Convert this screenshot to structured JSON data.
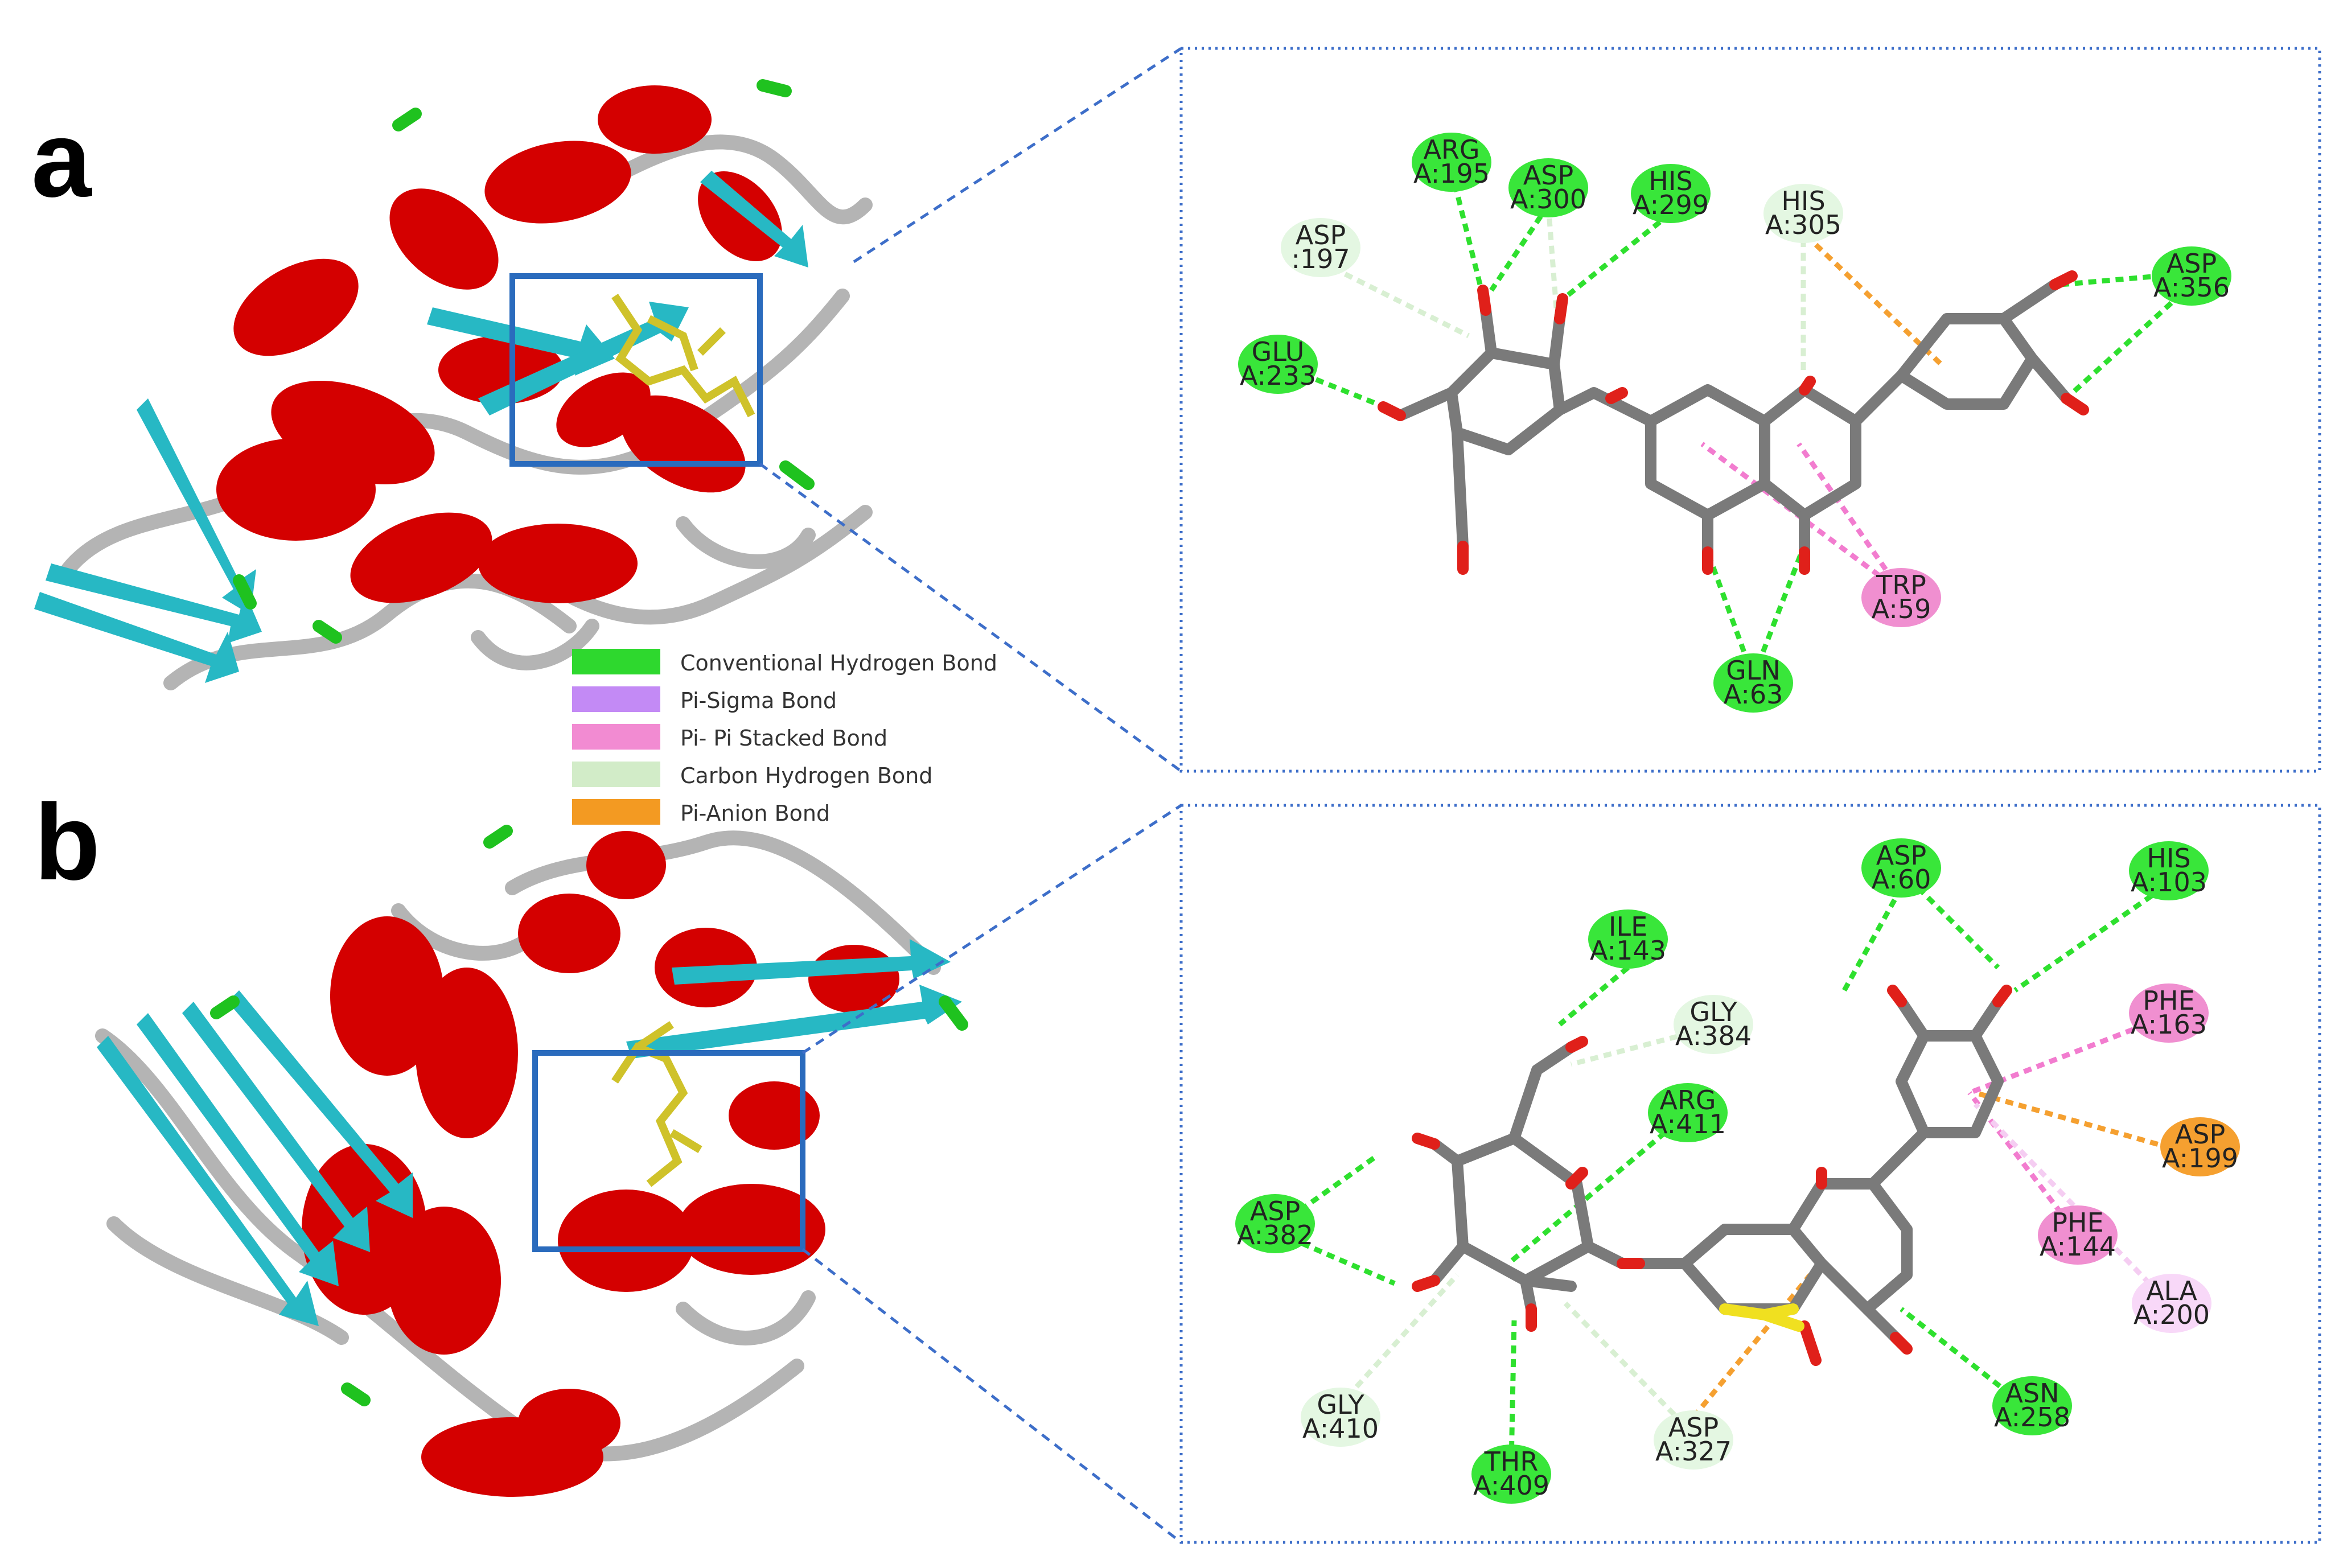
{
  "panels": [
    {
      "letter": "a",
      "residues": [
        {
          "id": "glu233",
          "name": "GLU",
          "num": "A:233",
          "color": "#39e63a",
          "type": "hbond"
        },
        {
          "id": "asp197",
          "name": "ASP",
          "num": ":197",
          "color": "#e4f7e2",
          "type": "chbond"
        },
        {
          "id": "arg195",
          "name": "ARG",
          "num": "A:195",
          "color": "#39e63a",
          "type": "hbond"
        },
        {
          "id": "asp300",
          "name": "ASP",
          "num": "A:300",
          "color": "#39e63a",
          "type": "hbond"
        },
        {
          "id": "his299",
          "name": "HIS",
          "num": "A:299",
          "color": "#39e63a",
          "type": "hbond"
        },
        {
          "id": "his305",
          "name": "HIS",
          "num": "A:305",
          "color": "#e4f7e2",
          "type": "chbond"
        },
        {
          "id": "asp356",
          "name": "ASP",
          "num": "A:356",
          "color": "#39e63a",
          "type": "hbond"
        },
        {
          "id": "trp59",
          "name": "TRP",
          "num": "A:59",
          "color": "#f08fd0",
          "type": "pipi"
        },
        {
          "id": "gln63",
          "name": "GLN",
          "num": "A:63",
          "color": "#39e63a",
          "type": "hbond"
        }
      ]
    },
    {
      "letter": "b",
      "residues": [
        {
          "id": "asp382",
          "name": "ASP",
          "num": "A:382",
          "color": "#39e63a",
          "type": "hbond"
        },
        {
          "id": "ile143",
          "name": "ILE",
          "num": "A:143",
          "color": "#39e63a",
          "type": "hbond"
        },
        {
          "id": "gly384",
          "name": "GLY",
          "num": "A:384",
          "color": "#e4f7e2",
          "type": "chbond"
        },
        {
          "id": "arg411",
          "name": "ARG",
          "num": "A:411",
          "color": "#39e63a",
          "type": "hbond"
        },
        {
          "id": "asp60",
          "name": "ASP",
          "num": "A:60",
          "color": "#39e63a",
          "type": "hbond"
        },
        {
          "id": "his103",
          "name": "HIS",
          "num": "A:103",
          "color": "#39e63a",
          "type": "hbond"
        },
        {
          "id": "phe163",
          "name": "PHE",
          "num": "A:163",
          "color": "#f08fd0",
          "type": "pipi"
        },
        {
          "id": "asp199",
          "name": "ASP",
          "num": "A:199",
          "color": "#f5a030",
          "type": "pianion"
        },
        {
          "id": "phe144",
          "name": "PHE",
          "num": "A:144",
          "color": "#f08fd0",
          "type": "pipi"
        },
        {
          "id": "ala200",
          "name": "ALA",
          "num": "A:200",
          "color": "#f8d8f8",
          "type": "pipi"
        },
        {
          "id": "asn258",
          "name": "ASN",
          "num": "A:258",
          "color": "#39e63a",
          "type": "hbond"
        },
        {
          "id": "gly410",
          "name": "GLY",
          "num": "A:410",
          "color": "#e4f7e2",
          "type": "chbond"
        },
        {
          "id": "thr409",
          "name": "THR",
          "num": "A:409",
          "color": "#39e63a",
          "type": "hbond"
        },
        {
          "id": "asp327",
          "name": "ASP",
          "num": "A:327",
          "color": "#e4f7e2",
          "type": "chbond"
        }
      ]
    }
  ],
  "legend": [
    {
      "label": "Conventional Hydrogen Bond",
      "color": "#2ed82e"
    },
    {
      "label": "Pi-Sigma Bond",
      "color": "#c38af5"
    },
    {
      "label": "Pi- Pi Stacked Bond",
      "color": "#f28bd2"
    },
    {
      "label": "Carbon Hydrogen Bond",
      "color": "#d2ecc8"
    },
    {
      "label": "Pi-Anion Bond",
      "color": "#f39a22"
    }
  ],
  "colors": {
    "helix": "#d40000",
    "sheet": "#27b8c4",
    "coil": "#b4b4b4",
    "turn": "#1fc21f",
    "ligand": "#cfc22a",
    "box": "#2a6bbd",
    "bond": "#7a7a7a",
    "oxygen": "#e0201a",
    "sulfur": "#f0e020"
  }
}
